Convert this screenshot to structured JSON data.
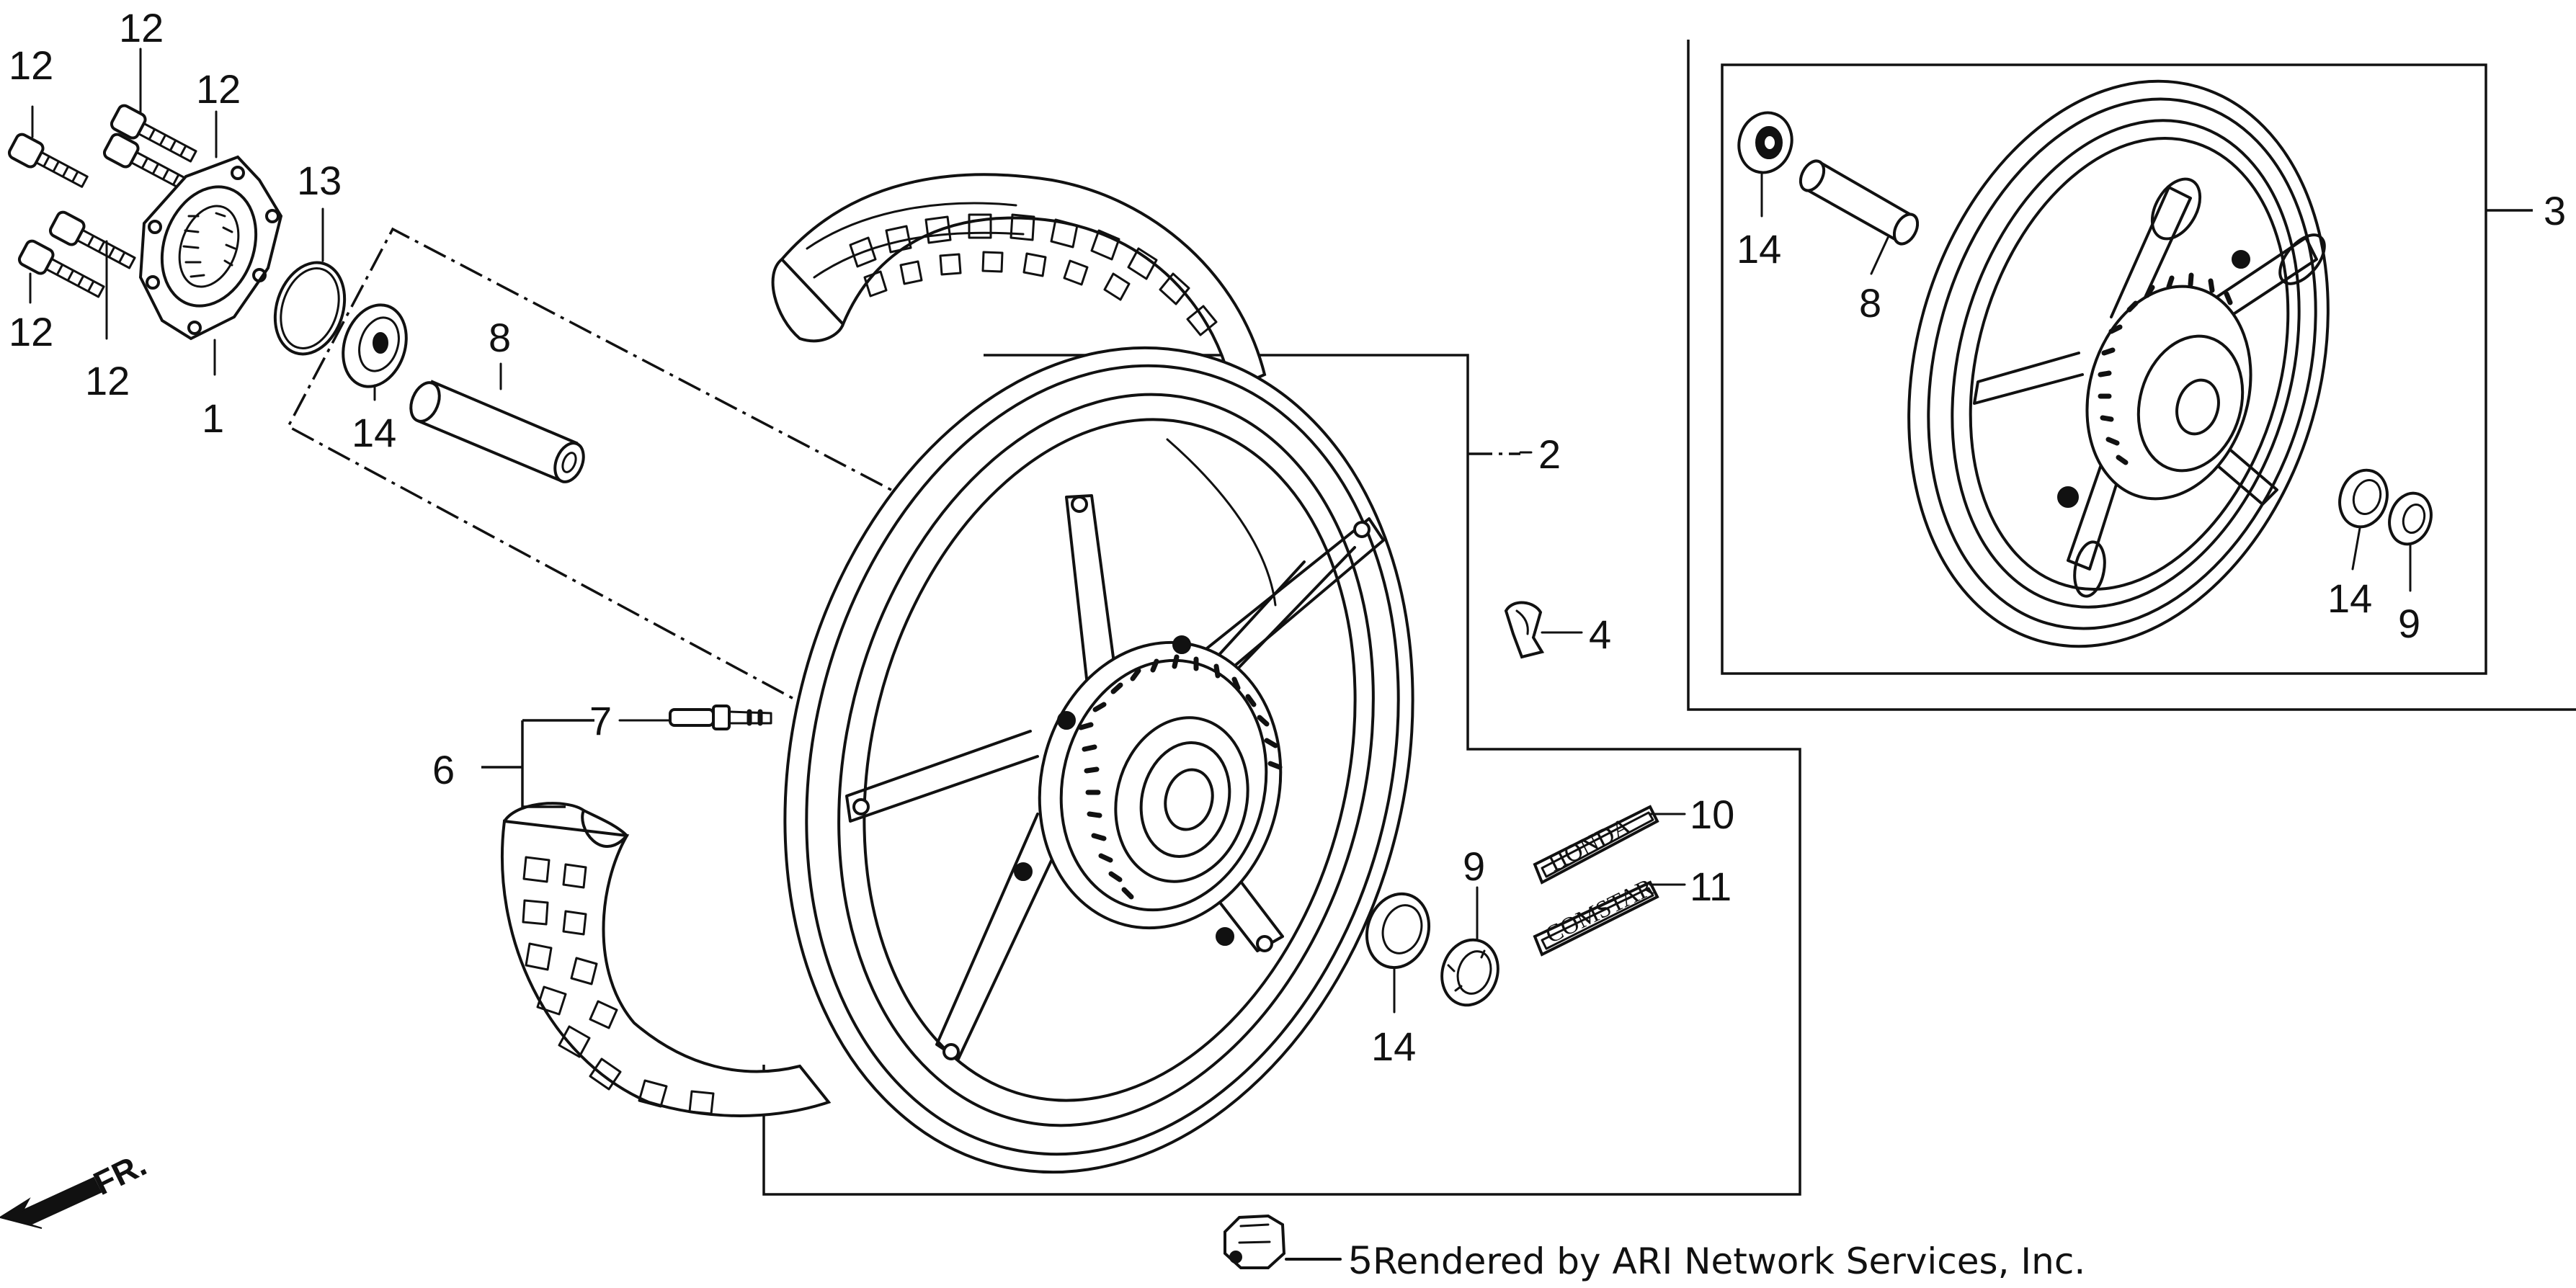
{
  "callouts": {
    "c1": "1",
    "c2": "2",
    "c3": "3",
    "c4": "4",
    "c5": "5",
    "c6": "6",
    "c7": "7",
    "c8a": "8",
    "c8b": "8",
    "c9a": "9",
    "c9b": "9",
    "c10": "10",
    "c11": "11",
    "c12a": "12",
    "c12b": "12",
    "c12c": "12",
    "c12d": "12",
    "c12e": "12",
    "c13": "13",
    "c14a": "14",
    "c14b": "14",
    "c14c": "14",
    "c14d": "14"
  },
  "emblems": {
    "honda": "HONDA",
    "comstar": "COMSTAR"
  },
  "direction_label": "FR.",
  "credit": "Rendered by ARI Network Services, Inc."
}
